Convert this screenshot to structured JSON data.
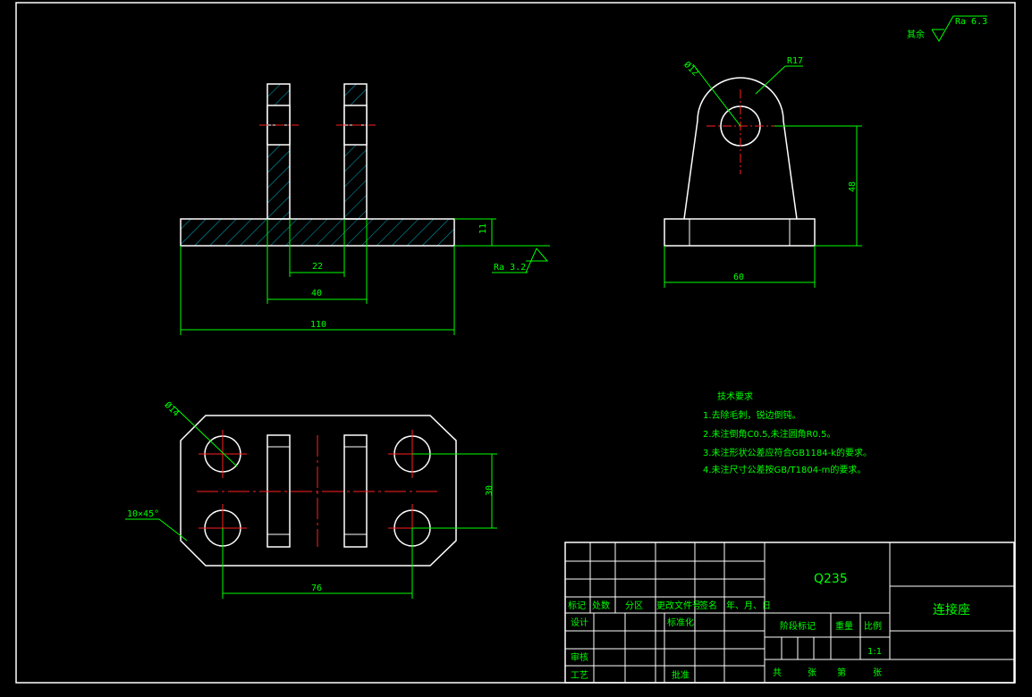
{
  "drawing": {
    "surface_finish": {
      "label": "其余",
      "value": "Ra 6.3"
    },
    "front_view": {
      "dim_height": "11",
      "dim_slot": "22",
      "dim_width_inner": "40",
      "dim_total": "110",
      "roughness": "Ra 3.2"
    },
    "side_view": {
      "dim_hole": "Ø12",
      "dim_radius": "R17",
      "dim_height": "48",
      "dim_width": "60"
    },
    "top_view": {
      "dim_hole": "Ø14",
      "dim_chamfer": "10×45°",
      "dim_spacing_v": "30",
      "dim_spacing_h": "76"
    },
    "notes": {
      "title": "技术要求",
      "items": [
        "1.去除毛刺，锐边倒钝。",
        "2.未注倒角C0.5,未注圆角R0.5。",
        "3.未注形状公差应符合GB1184-k的要求。",
        "4.未注尺寸公差按GB/T1804-m的要求。"
      ]
    },
    "title_block": {
      "material": "Q235",
      "part_name": "连接座",
      "scale": "1:1",
      "headers": [
        "标记",
        "处数",
        "分区",
        "更改文件号",
        "签名",
        "年、月、日"
      ],
      "design": "设计",
      "standardize": "标准化",
      "review": "审核",
      "process": "工艺",
      "approve": "批准",
      "stage_mark": "阶段标记",
      "weight": "重量",
      "scale_label": "比例",
      "total": "共",
      "sheets": "张",
      "page": "第",
      "sheet": "张"
    }
  }
}
